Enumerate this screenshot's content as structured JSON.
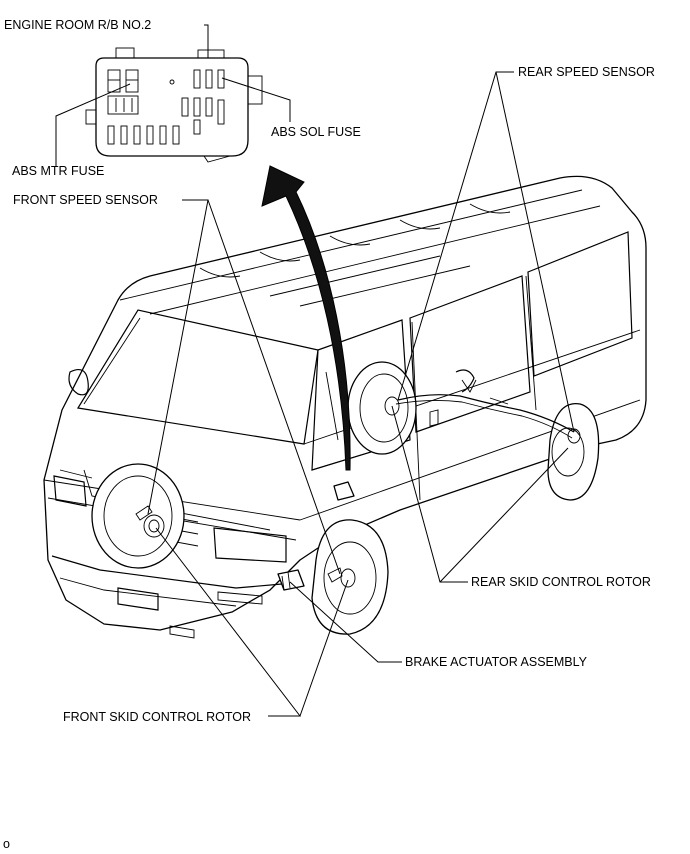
{
  "labels": {
    "engine_room": "ENGINE ROOM R/B NO.2",
    "abs_mtr_fuse": "ABS MTR FUSE",
    "abs_sol_fuse": "ABS SOL FUSE",
    "front_speed_sensor": "FRONT SPEED SENSOR",
    "rear_speed_sensor": "REAR SPEED SENSOR",
    "rear_skid_control_rotor": "REAR SKID CONTROL ROTOR",
    "brake_actuator_assembly": "BRAKE ACTUATOR ASSEMBLY",
    "front_skid_control_rotor": "FRONT SKID CONTROL ROTOR",
    "figure_id": "o"
  }
}
